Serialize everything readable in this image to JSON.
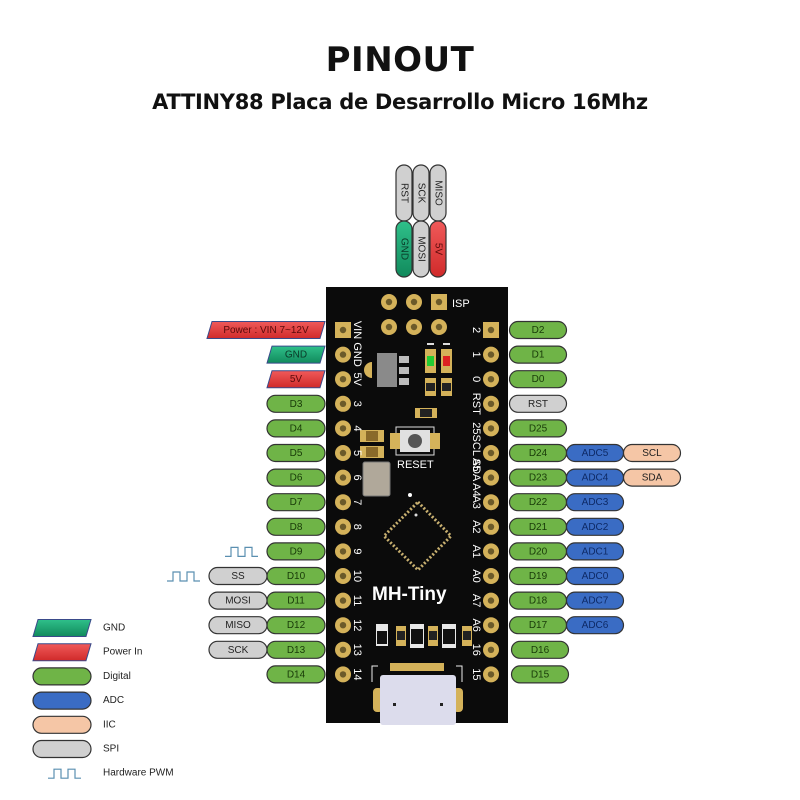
{
  "header": {
    "title": "PINOUT",
    "subtitle": "ATTINY88 Placa de Desarrollo Micro 16Mhz"
  },
  "colors": {
    "gnd": "#1a9e6e",
    "power": "#e23b3b",
    "digital": "#6fb447",
    "adc": "#3a6cc4",
    "iic": "#f5c6a6",
    "spi": "#d0d0d0",
    "pwm": "#5a8fb0",
    "board": "#0b0b0b",
    "pad": "#d4b25a"
  },
  "isp_header": {
    "label": "ISP",
    "top_row": [
      {
        "label": "RST",
        "type": "spi"
      },
      {
        "label": "SCK",
        "type": "spi"
      },
      {
        "label": "MISO",
        "type": "spi"
      }
    ],
    "bottom_row": [
      {
        "label": "GND",
        "type": "gnd"
      },
      {
        "label": "MOSI",
        "type": "spi"
      },
      {
        "label": "5V",
        "type": "power"
      }
    ]
  },
  "board": {
    "name": "MH-Tiny",
    "reset_label": "RESET",
    "left_silk": [
      "VIN",
      "GND",
      "5V",
      "3",
      "4",
      "5",
      "6",
      "7",
      "8",
      "9",
      "10",
      "11",
      "12",
      "13",
      "14"
    ],
    "right_silk": [
      "2",
      "1",
      "0",
      "RST",
      "25",
      "SCL A5",
      "SDA A4",
      "A3",
      "A2",
      "A1",
      "A0",
      "A7",
      "A6",
      "16",
      "15"
    ]
  },
  "left_pins": [
    {
      "labels": [
        {
          "text": "Power : VIN  7~12V",
          "type": "power"
        }
      ],
      "pwm": false
    },
    {
      "labels": [
        {
          "text": "GND",
          "type": "gnd"
        }
      ],
      "pwm": false
    },
    {
      "labels": [
        {
          "text": "5V",
          "type": "power"
        }
      ],
      "pwm": false
    },
    {
      "labels": [
        {
          "text": "D3",
          "type": "digital"
        }
      ],
      "pwm": false
    },
    {
      "labels": [
        {
          "text": "D4",
          "type": "digital"
        }
      ],
      "pwm": false
    },
    {
      "labels": [
        {
          "text": "D5",
          "type": "digital"
        }
      ],
      "pwm": false
    },
    {
      "labels": [
        {
          "text": "D6",
          "type": "digital"
        }
      ],
      "pwm": false
    },
    {
      "labels": [
        {
          "text": "D7",
          "type": "digital"
        }
      ],
      "pwm": false
    },
    {
      "labels": [
        {
          "text": "D8",
          "type": "digital"
        }
      ],
      "pwm": false
    },
    {
      "labels": [
        {
          "text": "D9",
          "type": "digital"
        }
      ],
      "pwm": true
    },
    {
      "labels": [
        {
          "text": "D10",
          "type": "digital"
        },
        {
          "text": "SS",
          "type": "spi"
        }
      ],
      "pwm": true
    },
    {
      "labels": [
        {
          "text": "D11",
          "type": "digital"
        },
        {
          "text": "MOSI",
          "type": "spi"
        }
      ],
      "pwm": false
    },
    {
      "labels": [
        {
          "text": "D12",
          "type": "digital"
        },
        {
          "text": "MISO",
          "type": "spi"
        }
      ],
      "pwm": false
    },
    {
      "labels": [
        {
          "text": "D13",
          "type": "digital"
        },
        {
          "text": "SCK",
          "type": "spi"
        }
      ],
      "pwm": false
    },
    {
      "labels": [
        {
          "text": "D14",
          "type": "digital"
        }
      ],
      "pwm": false
    }
  ],
  "right_pins": [
    {
      "labels": [
        {
          "text": "D2",
          "type": "digital"
        }
      ]
    },
    {
      "labels": [
        {
          "text": "D1",
          "type": "digital"
        }
      ]
    },
    {
      "labels": [
        {
          "text": "D0",
          "type": "digital"
        }
      ]
    },
    {
      "labels": [
        {
          "text": "RST",
          "type": "spi"
        }
      ]
    },
    {
      "labels": [
        {
          "text": "D25",
          "type": "digital"
        }
      ]
    },
    {
      "labels": [
        {
          "text": "D24",
          "type": "digital"
        },
        {
          "text": "ADC5",
          "type": "adc"
        },
        {
          "text": "SCL",
          "type": "iic"
        }
      ]
    },
    {
      "labels": [
        {
          "text": "D23",
          "type": "digital"
        },
        {
          "text": "ADC4",
          "type": "adc"
        },
        {
          "text": "SDA",
          "type": "iic"
        }
      ]
    },
    {
      "labels": [
        {
          "text": "D22",
          "type": "digital"
        },
        {
          "text": "ADC3",
          "type": "adc"
        }
      ]
    },
    {
      "labels": [
        {
          "text": "D21",
          "type": "digital"
        },
        {
          "text": "ADC2",
          "type": "adc"
        }
      ]
    },
    {
      "labels": [
        {
          "text": "D20",
          "type": "digital"
        },
        {
          "text": "ADC1",
          "type": "adc"
        }
      ]
    },
    {
      "labels": [
        {
          "text": "D19",
          "type": "digital"
        },
        {
          "text": "ADC0",
          "type": "adc"
        }
      ]
    },
    {
      "labels": [
        {
          "text": "D18",
          "type": "digital"
        },
        {
          "text": "ADC7",
          "type": "adc"
        }
      ]
    },
    {
      "labels": [
        {
          "text": "D17",
          "type": "digital"
        },
        {
          "text": "ADC6",
          "type": "adc"
        }
      ]
    },
    {
      "labels": [
        {
          "text": "D16",
          "type": "digital"
        }
      ]
    },
    {
      "labels": [
        {
          "text": "D15",
          "type": "digital"
        }
      ]
    }
  ],
  "legend": [
    {
      "label": "GND",
      "type": "gnd"
    },
    {
      "label": "Power In",
      "type": "power"
    },
    {
      "label": "Digital",
      "type": "digital"
    },
    {
      "label": "ADC",
      "type": "adc"
    },
    {
      "label": "IIC",
      "type": "iic"
    },
    {
      "label": "SPI",
      "type": "spi"
    },
    {
      "label": "Hardware PWM",
      "type": "pwm"
    }
  ]
}
